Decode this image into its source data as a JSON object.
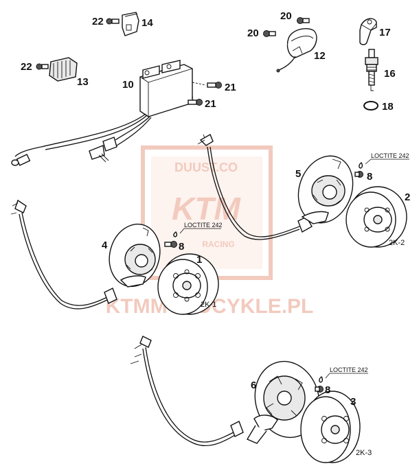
{
  "watermark": {
    "site_top": "DUUST.CO",
    "brand": "KTM",
    "racing": "RACING",
    "site_bottom": "KTMMOTOCYKLE.PL",
    "color": "#e8a08a"
  },
  "callouts": {
    "p1": "1",
    "p2": "2",
    "p3": "3",
    "p4": "4",
    "p5": "5",
    "p6": "6",
    "p8a": "8",
    "p8b": "8",
    "p8c": "8",
    "p10": "10",
    "p12": "12",
    "p13": "13",
    "p14": "14",
    "p16": "16",
    "p17": "17",
    "p18": "18",
    "p20a": "20",
    "p20b": "20",
    "p21a": "21",
    "p21b": "21",
    "p22a": "22",
    "p22b": "22"
  },
  "loctite": {
    "a": "LOCTITE 242",
    "b": "LOCTITE 242",
    "c": "LOCTITE 242"
  },
  "variants": {
    "k1": "2K-1",
    "k2": "2K-2",
    "k3": "2K-3"
  }
}
